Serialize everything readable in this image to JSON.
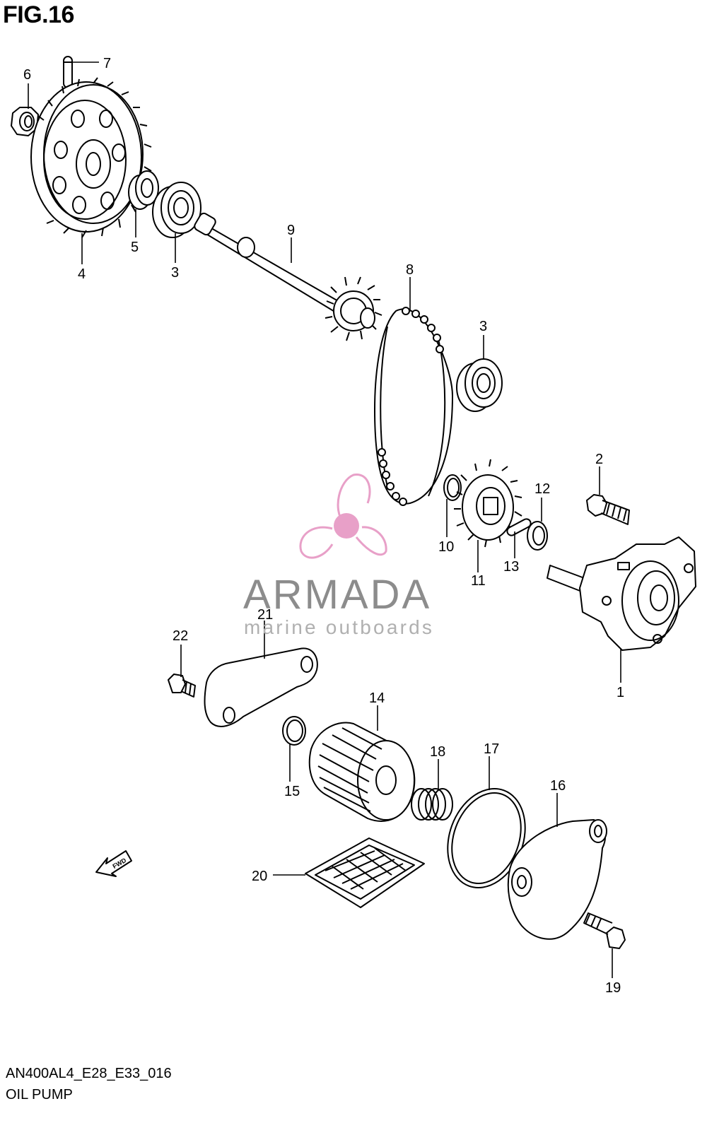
{
  "figure": {
    "title": "FIG.16",
    "code": "AN400AL4_E28_E33_016",
    "name": "OIL PUMP"
  },
  "watermark": {
    "name": "ARMADA",
    "subtitle": "marine outboards",
    "accent_color": "#e8a0c8"
  },
  "fwd_arrow_label": "FWD",
  "callouts": {
    "c1": "1",
    "c2": "2",
    "c3a": "3",
    "c3b": "3",
    "c4": "4",
    "c5": "5",
    "c6": "6",
    "c7": "7",
    "c8": "8",
    "c9": "9",
    "c10": "10",
    "c11": "11",
    "c12": "12",
    "c13": "13",
    "c14": "14",
    "c15": "15",
    "c16": "16",
    "c17": "17",
    "c18": "18",
    "c19": "19",
    "c20": "20",
    "c21": "21",
    "c22": "22"
  },
  "colors": {
    "line": "#000000",
    "background": "#ffffff"
  }
}
